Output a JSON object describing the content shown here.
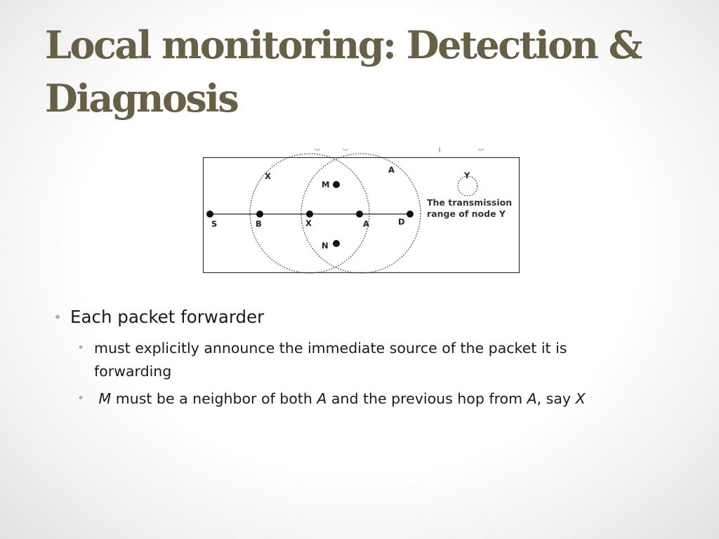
{
  "slide": {
    "title": "Local monitoring: Detection & Diagnosis"
  },
  "figure": {
    "circle_labels": [
      "X",
      "A",
      "Y"
    ],
    "node_labels": [
      "S",
      "B",
      "X",
      "A",
      "D",
      "M",
      "N"
    ],
    "note_line1": "The transmission",
    "note_line2": "range of node Y"
  },
  "bullets": {
    "level1": "Each packet forwarder",
    "sub1": "must explicitly announce the immediate source of the packet it is forwarding",
    "sub2": {
      "p1": "M",
      "p2": " must be a neighbor of both ",
      "p3": "A",
      "p4": " and the previous hop from ",
      "p5": "A",
      "p6": ", say ",
      "p7": "X"
    }
  },
  "colors": {
    "title": "#675f46",
    "bullet_level1": "#b6ae98",
    "bullet_level2": "#9bb3c6"
  }
}
